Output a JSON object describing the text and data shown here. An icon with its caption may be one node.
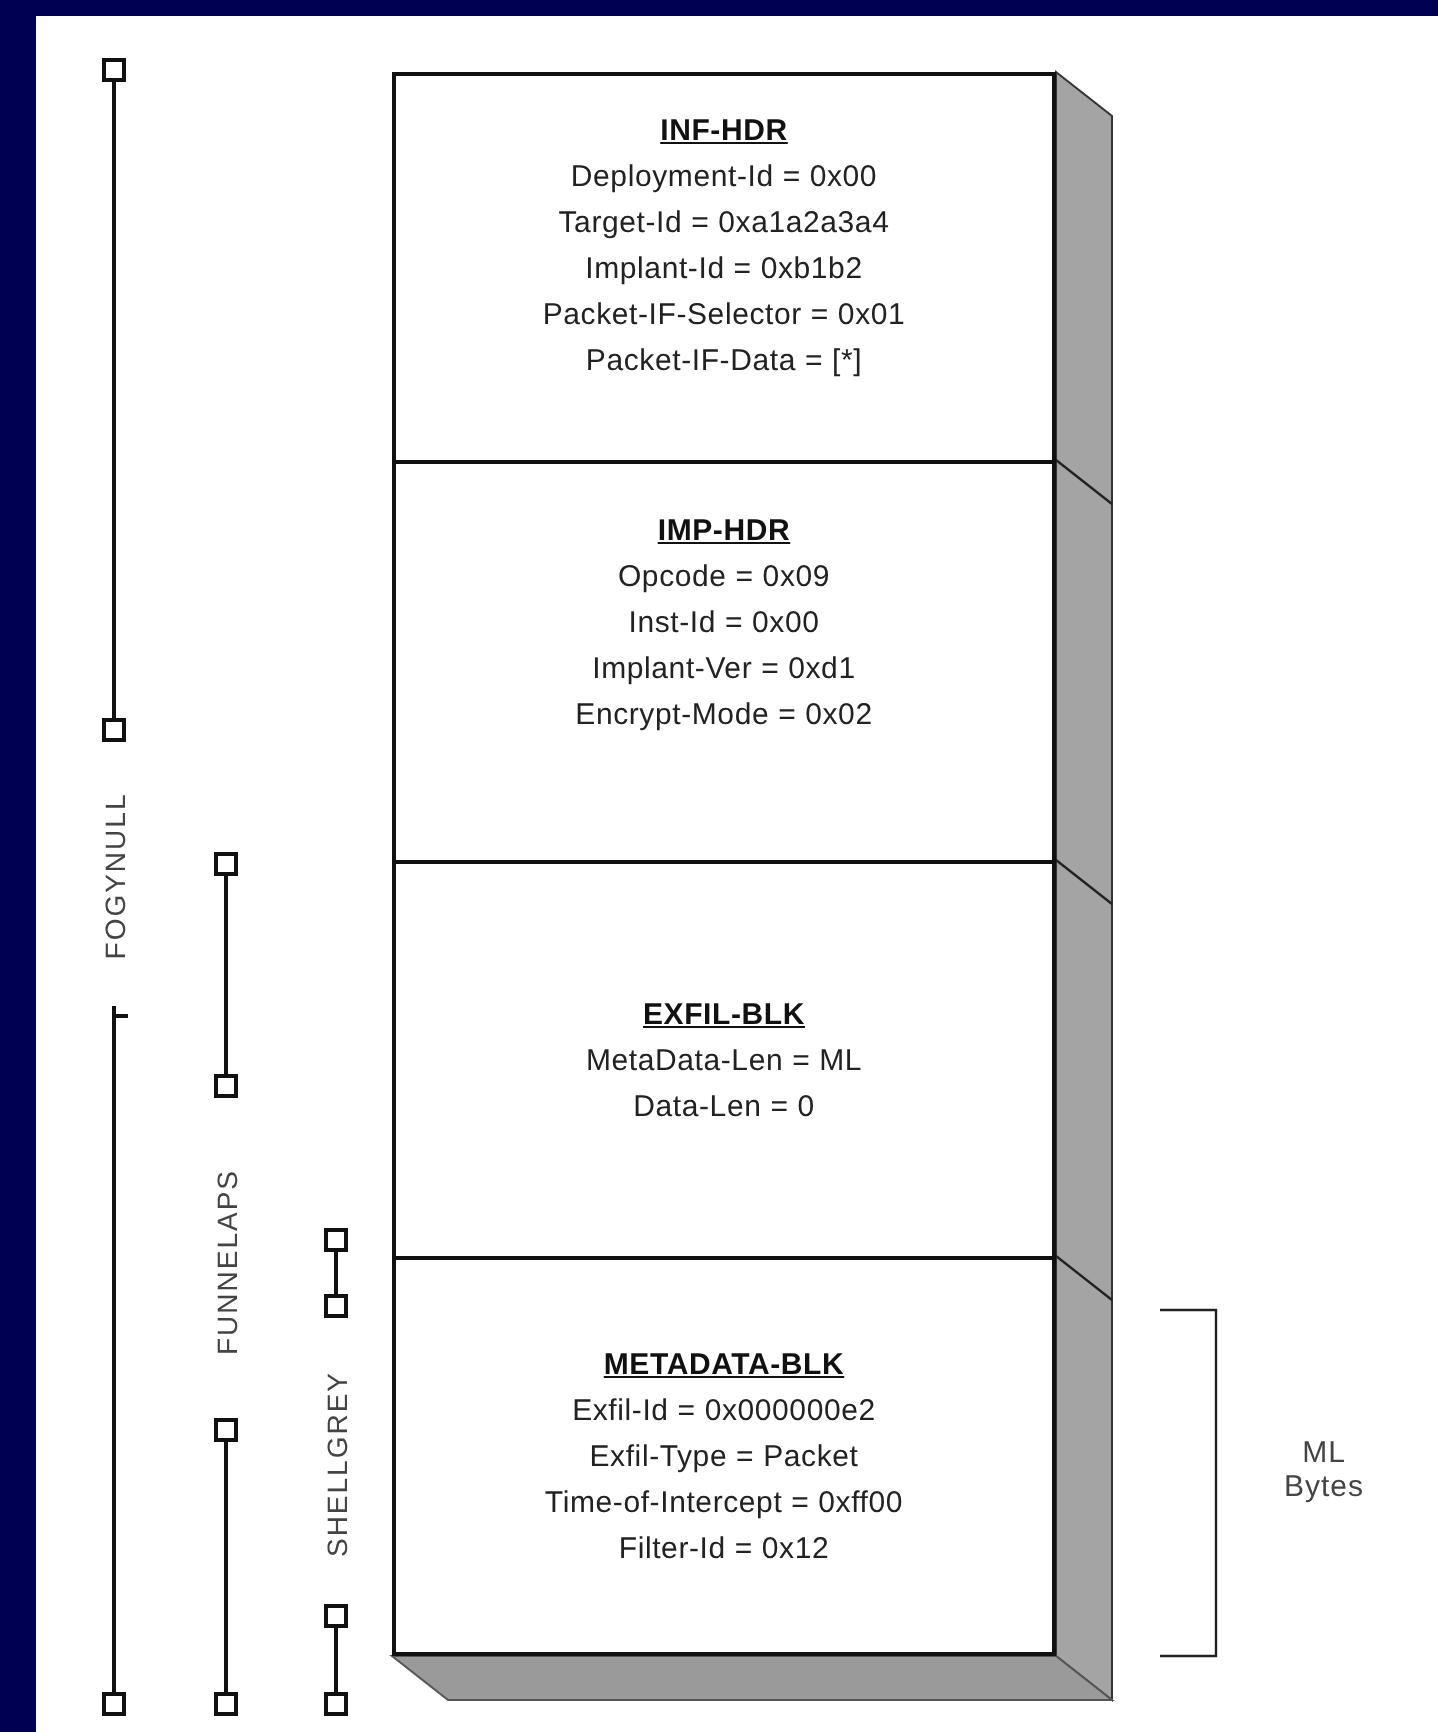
{
  "diagram": {
    "nodes": [
      {
        "text": [
          "INF-HDR",
          "Deployment-Id = 0x00",
          "Target-Id = 0xa1a2a3a4",
          "Implant-Id = 0xb1b2",
          "Packet-IF-Selector = 0x01",
          "Packet-IF-Data = [*]"
        ]
      },
      {
        "text": [
          "IMP-HDR",
          "Opcode = 0x09",
          "Inst-Id = 0x00",
          "Implant-Ver = 0xd1",
          "Encrypt-Mode = 0x02"
        ]
      },
      {
        "text": [
          "EXFIL-BLK",
          "MetaData-Len = ML",
          "Data-Len = 0"
        ]
      },
      {
        "text": [
          "METADATA-BLK",
          "Exfil-Id = 0x000000e2",
          "Exfil-Type = Packet",
          "Time-of-Intercept = 0xff00",
          "Filter-Id = 0x12"
        ]
      }
    ],
    "labels": [
      "FOGYNULL",
      "FUNNELAPS",
      "SHELLGREY",
      "ML Bytes"
    ]
  }
}
